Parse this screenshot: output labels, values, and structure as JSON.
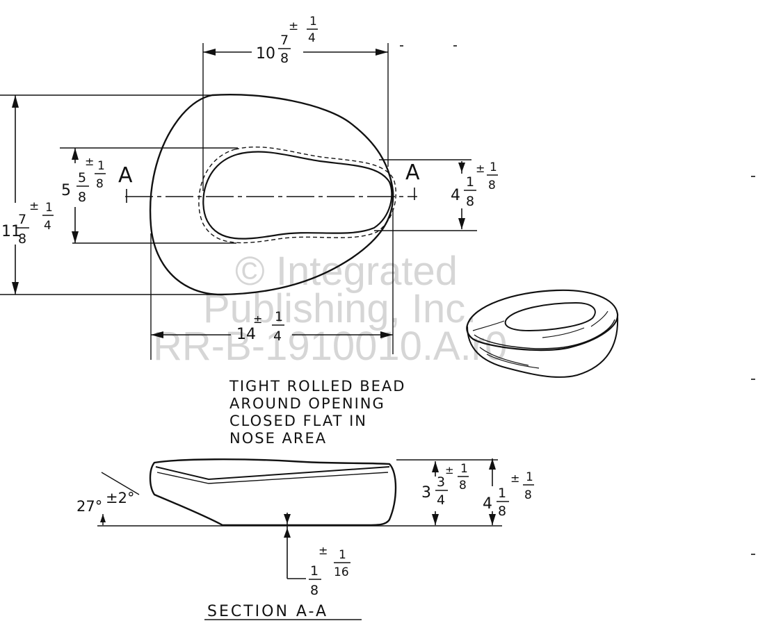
{
  "watermark": {
    "line1": "© Integrated",
    "line2": "Publishing, Inc.",
    "line3": "RR-B-1910010.A.r0"
  },
  "dims": {
    "top_width": {
      "whole": "10",
      "num": "7",
      "den": "8",
      "tol_sign": "±",
      "tol_num": "1",
      "tol_den": "4"
    },
    "overall_height": {
      "whole": "11",
      "num": "7",
      "den": "8",
      "tol_sign": "±",
      "tol_num": "1",
      "tol_den": "4"
    },
    "opening_height": {
      "whole": "5",
      "num": "5",
      "den": "8",
      "tol_sign": "±",
      "tol_num": "1",
      "tol_den": "8"
    },
    "right_height": {
      "whole": "4",
      "num": "1",
      "den": "8",
      "tol_sign": "±",
      "tol_num": "1",
      "tol_den": "8"
    },
    "bottom_width": {
      "whole": "14",
      "tol_sign": "±",
      "tol_num": "1",
      "tol_den": "4"
    },
    "section_height_inner": {
      "whole": "3",
      "num": "3",
      "den": "4",
      "tol_sign": "±",
      "tol_num": "1",
      "tol_den": "8"
    },
    "section_height_outer": {
      "whole": "4",
      "num": "1",
      "den": "8",
      "tol_sign": "±",
      "tol_num": "1",
      "tol_den": "8"
    },
    "angle": {
      "value": "27°",
      "tol": "±2°"
    },
    "thickness": {
      "num": "1",
      "den": "8",
      "tol_sign": "±",
      "tol_num": "1",
      "tol_den": "16"
    }
  },
  "section_marks": {
    "left": "A",
    "right": "A"
  },
  "note": {
    "line1": "TIGHT ROLLED BEAD",
    "line2": "AROUND OPENING",
    "line3": "CLOSED FLAT IN",
    "line4": "NOSE AREA"
  },
  "section_label": "SECTION A-A"
}
